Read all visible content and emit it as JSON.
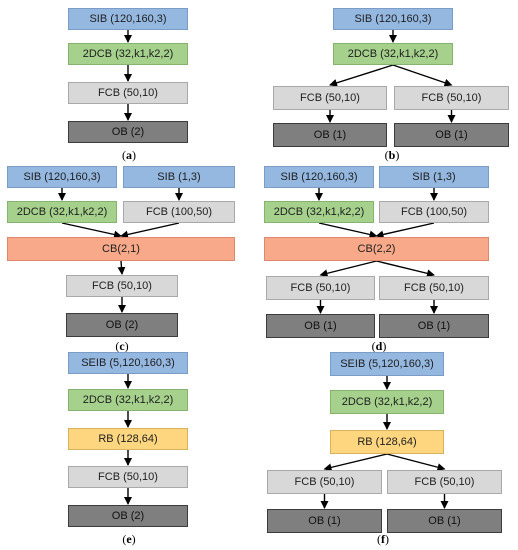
{
  "panels": [
    {
      "caption": "a",
      "blocks": [
        {
          "id": "sib",
          "type": "SIB",
          "label": "SIB (120,160,3)"
        },
        {
          "id": "dcb",
          "type": "DCB",
          "label": "2DCB (32,k1,k2,2)"
        },
        {
          "id": "fcb",
          "type": "FCB",
          "label": "FCB (50,10)"
        },
        {
          "id": "ob",
          "type": "OB",
          "label": "OB (2)"
        }
      ],
      "edges": [
        [
          "sib",
          "dcb"
        ],
        [
          "dcb",
          "fcb"
        ],
        [
          "fcb",
          "ob"
        ]
      ]
    },
    {
      "caption": "b",
      "blocks": [
        {
          "id": "sib",
          "type": "SIB",
          "label": "SIB (120,160,3)"
        },
        {
          "id": "dcb",
          "type": "DCB",
          "label": "2DCB (32,k1,k2,2)"
        },
        {
          "id": "fcb1",
          "type": "FCB",
          "label": "FCB (50,10)"
        },
        {
          "id": "fcb2",
          "type": "FCB",
          "label": "FCB (50,10)"
        },
        {
          "id": "ob1",
          "type": "OB",
          "label": "OB (1)"
        },
        {
          "id": "ob2",
          "type": "OB",
          "label": "OB (1)"
        }
      ],
      "edges": [
        [
          "sib",
          "dcb"
        ],
        [
          "dcb",
          "fcb1"
        ],
        [
          "dcb",
          "fcb2"
        ],
        [
          "fcb1",
          "ob1"
        ],
        [
          "fcb2",
          "ob2"
        ]
      ]
    },
    {
      "caption": "c",
      "blocks": [
        {
          "id": "sib1",
          "type": "SIB",
          "label": "SIB (120,160,3)"
        },
        {
          "id": "sib2",
          "type": "SIB",
          "label": "SIB (1,3)"
        },
        {
          "id": "dcb",
          "type": "DCB",
          "label": "2DCB (32,k1,k2,2)"
        },
        {
          "id": "fcb1",
          "type": "FCB",
          "label": "FCB (100,50)"
        },
        {
          "id": "cb",
          "type": "CB",
          "label": "CB(2,1)"
        },
        {
          "id": "fcb2",
          "type": "FCB",
          "label": "FCB (50,10)"
        },
        {
          "id": "ob",
          "type": "OB",
          "label": "OB (2)"
        }
      ],
      "edges": [
        [
          "sib1",
          "dcb"
        ],
        [
          "sib2",
          "fcb1"
        ],
        [
          "dcb",
          "cb"
        ],
        [
          "fcb1",
          "cb"
        ],
        [
          "cb",
          "fcb2"
        ],
        [
          "fcb2",
          "ob"
        ]
      ]
    },
    {
      "caption": "d",
      "blocks": [
        {
          "id": "sib1",
          "type": "SIB",
          "label": "SIB (120,160,3)"
        },
        {
          "id": "sib2",
          "type": "SIB",
          "label": "SIB (1,3)"
        },
        {
          "id": "dcb",
          "type": "DCB",
          "label": "2DCB (32,k1,k2,2)"
        },
        {
          "id": "fcb1",
          "type": "FCB",
          "label": "FCB (100,50)"
        },
        {
          "id": "cb",
          "type": "CB",
          "label": "CB(2,2)"
        },
        {
          "id": "fcb2",
          "type": "FCB",
          "label": "FCB (50,10)"
        },
        {
          "id": "fcb3",
          "type": "FCB",
          "label": "FCB (50,10)"
        },
        {
          "id": "ob1",
          "type": "OB",
          "label": "OB (1)"
        },
        {
          "id": "ob2",
          "type": "OB",
          "label": "OB (1)"
        }
      ],
      "edges": [
        [
          "sib1",
          "dcb"
        ],
        [
          "sib2",
          "fcb1"
        ],
        [
          "dcb",
          "cb"
        ],
        [
          "fcb1",
          "cb"
        ],
        [
          "cb",
          "fcb2"
        ],
        [
          "cb",
          "fcb3"
        ],
        [
          "fcb2",
          "ob1"
        ],
        [
          "fcb3",
          "ob2"
        ]
      ]
    },
    {
      "caption": "e",
      "blocks": [
        {
          "id": "seib",
          "type": "SEIB",
          "label": "SEIB (5,120,160,3)"
        },
        {
          "id": "dcb",
          "type": "DCB",
          "label": "2DCB (32,k1,k2,2)"
        },
        {
          "id": "rb",
          "type": "RB",
          "label": "RB (128,64)"
        },
        {
          "id": "fcb",
          "type": "FCB",
          "label": "FCB (50,10)"
        },
        {
          "id": "ob",
          "type": "OB",
          "label": "OB (2)"
        }
      ],
      "edges": [
        [
          "seib",
          "dcb"
        ],
        [
          "dcb",
          "rb"
        ],
        [
          "rb",
          "fcb"
        ],
        [
          "fcb",
          "ob"
        ]
      ]
    },
    {
      "caption": "f",
      "blocks": [
        {
          "id": "seib",
          "type": "SEIB",
          "label": "SEIB (5,120,160,3)"
        },
        {
          "id": "dcb",
          "type": "DCB",
          "label": "2DCB (32,k1,k2,2)"
        },
        {
          "id": "rb",
          "type": "RB",
          "label": "RB (128,64)"
        },
        {
          "id": "fcb1",
          "type": "FCB",
          "label": "FCB (50,10)"
        },
        {
          "id": "fcb2",
          "type": "FCB",
          "label": "FCB (50,10)"
        },
        {
          "id": "ob1",
          "type": "OB",
          "label": "OB (1)"
        },
        {
          "id": "ob2",
          "type": "OB",
          "label": "OB (1)"
        }
      ],
      "edges": [
        [
          "seib",
          "dcb"
        ],
        [
          "dcb",
          "rb"
        ],
        [
          "rb",
          "fcb1"
        ],
        [
          "rb",
          "fcb2"
        ],
        [
          "fcb1",
          "ob1"
        ],
        [
          "fcb2",
          "ob2"
        ]
      ]
    }
  ]
}
